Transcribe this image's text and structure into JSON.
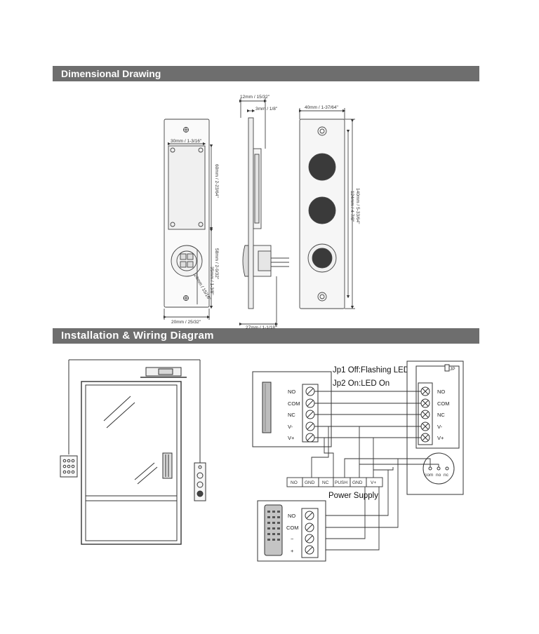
{
  "sections": {
    "dimensional_title": "Dimensional Drawing",
    "installation_title": "Installation  & Wiring Diagram"
  },
  "dimensions": {
    "plate_width": "20mm / 25/32\"",
    "box_width": "30mm / 1-3/16\"",
    "box_height": "60mm / 2-23/64\"",
    "pitch_58": "58mm / 2-9/32\"",
    "dim_35": "35mm / 1-3/8\"",
    "dim_24": "24mm / 15/16\"",
    "side_12": "12mm / 15/32\"",
    "side_3": "3mm / 1/8\"",
    "side_27": "27mm / 1-1/18\"",
    "front_40": "40mm / 1-37/64\"",
    "front_140": "140mm / 5-33/64\"",
    "front_124": "124mm / 4-7/8\""
  },
  "wiring": {
    "jumper_line1": "Jp1 Off:Flashing LED",
    "jumper_line2": "Jp2 On:LED On",
    "lock_terminals": [
      "NO",
      "COM",
      "NC",
      "V-",
      "V+"
    ],
    "controller_terminals": [
      "NO",
      "COM",
      "NC",
      "V-",
      "V+"
    ],
    "psu_terminals": [
      "NO",
      "GND",
      "NC",
      "PUSH",
      "GND",
      "V+"
    ],
    "psu_label": "Power Supply",
    "keypad_terminals": [
      "NO",
      "COM",
      "−",
      "+"
    ],
    "button_contacts": [
      "com",
      "no",
      "nc"
    ],
    "jumper_tag": "JP"
  }
}
